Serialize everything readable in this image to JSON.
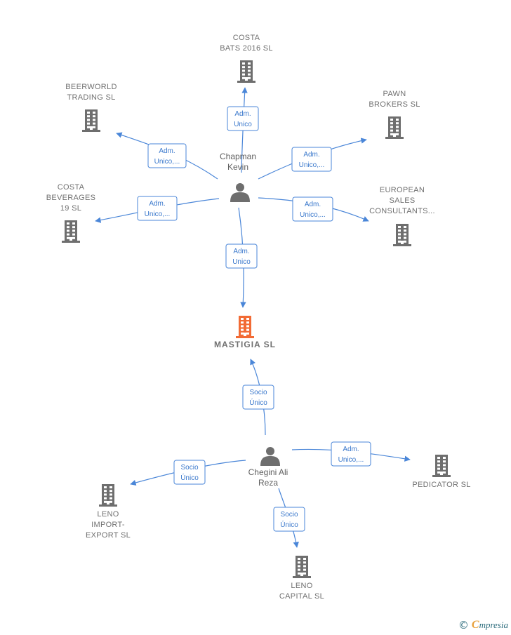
{
  "nodes": {
    "costa_bats": {
      "lines": [
        "COSTA",
        "BATS 2016  SL"
      ]
    },
    "beerworld": {
      "lines": [
        "BEERWORLD",
        "TRADING  SL"
      ]
    },
    "pawn": {
      "lines": [
        "PAWN",
        "BROKERS  SL"
      ]
    },
    "costa_bev": {
      "lines": [
        "COSTA",
        "BEVERAGES",
        "19  SL"
      ]
    },
    "european": {
      "lines": [
        "EUROPEAN",
        "SALES",
        "CONSULTANTS..."
      ]
    },
    "mastigia": {
      "lines": [
        "MASTIGIA  SL"
      ]
    },
    "pedicator": {
      "lines": [
        "PEDICATOR  SL"
      ]
    },
    "leno_import": {
      "lines": [
        "LENO",
        "IMPORT-",
        "EXPORT  SL"
      ]
    },
    "leno_capital": {
      "lines": [
        "LENO",
        "CAPITAL  SL"
      ]
    },
    "chapman": {
      "lines": [
        "Chapman",
        "Kevin"
      ]
    },
    "chegini": {
      "lines": [
        "Chegini Ali",
        "Reza"
      ]
    }
  },
  "edges": {
    "e_costa_bats": {
      "lines": [
        "Adm.",
        "Unico"
      ]
    },
    "e_beerworld": {
      "lines": [
        "Adm.",
        "Unico,..."
      ]
    },
    "e_pawn": {
      "lines": [
        "Adm.",
        "Unico,..."
      ]
    },
    "e_costa_bev": {
      "lines": [
        "Adm.",
        "Unico,..."
      ]
    },
    "e_european": {
      "lines": [
        "Adm.",
        "Unico,..."
      ]
    },
    "e_mastigia_adm": {
      "lines": [
        "Adm.",
        "Unico"
      ]
    },
    "e_mastigia_socio": {
      "lines": [
        "Socio",
        "Único"
      ]
    },
    "e_leno_import": {
      "lines": [
        "Socio",
        "Único"
      ]
    },
    "e_pedicator": {
      "lines": [
        "Adm.",
        "Unico,..."
      ]
    },
    "e_leno_capital": {
      "lines": [
        "Socio",
        "Único"
      ]
    }
  },
  "colors": {
    "edge": "#4a86d8",
    "company": "#6e6e6e",
    "main_company": "#f26b35"
  },
  "icons": {
    "company": "building-icon",
    "person": "person-icon"
  },
  "footer": {
    "copyright": "©",
    "brand_initial": "C",
    "brand_rest": "mpresia"
  }
}
